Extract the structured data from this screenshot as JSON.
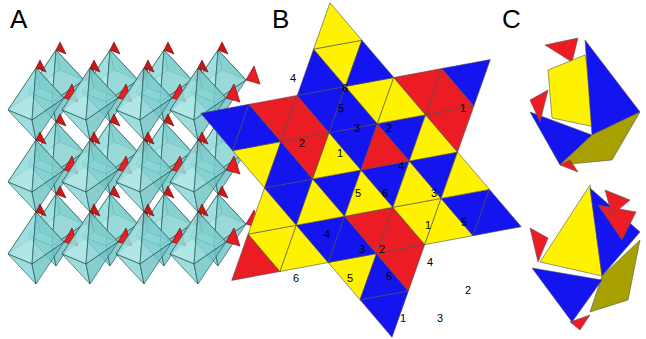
{
  "diagram": {
    "labels": [
      "A",
      "B",
      "C",
      "4",
      "6",
      "5",
      "3",
      "2",
      "1",
      "2",
      "1",
      "4",
      "5",
      "6",
      "3",
      "1",
      "5",
      "4",
      "4",
      "3",
      "2",
      "6",
      "5",
      "6",
      "2",
      "1",
      "3"
    ]
  }
}
